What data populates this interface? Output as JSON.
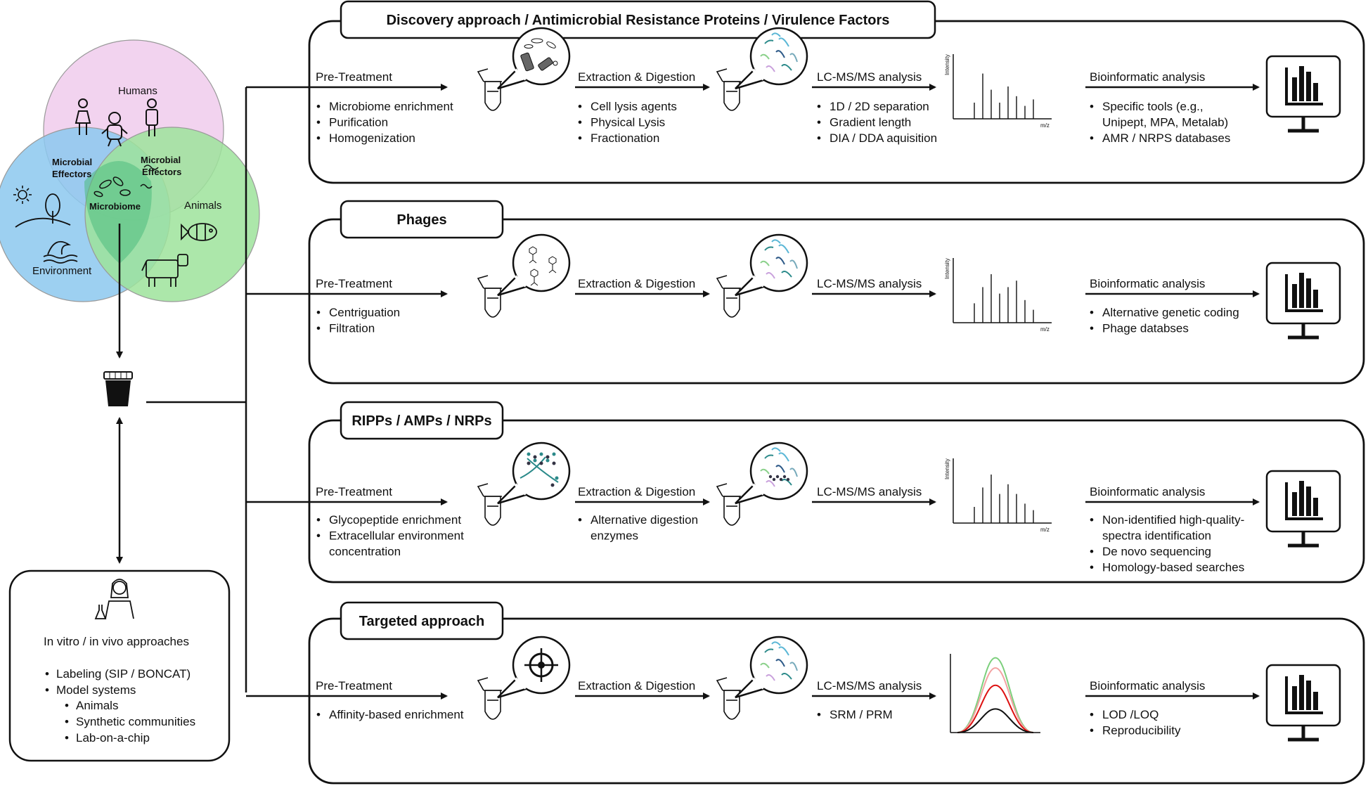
{
  "venn": {
    "humans": "Humans",
    "animals": "Animals",
    "environment": "Environment",
    "effectors_left": [
      "Microbial",
      "Effectors"
    ],
    "effectors_right": [
      "Microbial",
      "Effectors"
    ],
    "microbiome": "Microbiome",
    "colors": {
      "humans": "#f2d3ef",
      "environment": "#8cc8ee",
      "animals": "#9ee39b",
      "center": "#4dbb7e"
    }
  },
  "invitro": {
    "title": "In vitro / in vivo approaches",
    "items": [
      "Labeling (SIP / BONCAT)",
      "Model systems"
    ],
    "subitems": [
      "Animals",
      "Synthetic communities",
      "Lab-on-a-chip"
    ]
  },
  "panels": [
    {
      "title": "Discovery approach / Antimicrobial Resistance Proteins / Virulence Factors",
      "pretreatment": "Pre-Treatment",
      "extraction": "Extraction & Digestion",
      "lcms": "LC-MS/MS analysis",
      "bioinf": "Bioinformatic analysis",
      "pre_items": [
        "Microbiome enrichment",
        "Purification",
        "Homogenization"
      ],
      "ext_items": [
        "Cell lysis agents",
        "Physical Lysis",
        "Fractionation"
      ],
      "lcms_items": [
        "1D / 2D separation",
        "Gradient length",
        "DIA / DDA aquisition"
      ],
      "bio_items": [
        "Specific tools (e.g.,",
        "Unipept, MPA, Metalab)",
        "AMR / NRPS databases"
      ],
      "bio_bullets": [
        true,
        false,
        true
      ]
    },
    {
      "title": "Phages",
      "pretreatment": "Pre-Treatment",
      "extraction": "Extraction & Digestion",
      "lcms": "LC-MS/MS analysis",
      "bioinf": "Bioinformatic analysis",
      "pre_items": [
        "Centriguation",
        "Filtration"
      ],
      "ext_items": [],
      "lcms_items": [],
      "bio_items": [
        "Alternative genetic coding",
        "Phage databses"
      ],
      "bio_bullets": [
        true,
        true
      ]
    },
    {
      "title": "RIPPs / AMPs / NRPs",
      "pretreatment": "Pre-Treatment",
      "extraction": "Extraction & Digestion",
      "lcms": "LC-MS/MS analysis",
      "bioinf": "Bioinformatic analysis",
      "pre_items": [
        "Glycopeptide enrichment",
        "Extracellular environment",
        "concentration"
      ],
      "pre_bullets": [
        true,
        true,
        false
      ],
      "ext_items": [
        "Alternative digestion",
        "enzymes"
      ],
      "ext_bullets": [
        true,
        false
      ],
      "lcms_items": [],
      "bio_items": [
        "Non-identified high-quality-",
        "spectra identification",
        "De novo sequencing",
        "Homology-based searches"
      ],
      "bio_bullets": [
        true,
        false,
        true,
        true
      ]
    },
    {
      "title": "Targeted approach",
      "pretreatment": "Pre-Treatment",
      "extraction": "Extraction & Digestion",
      "lcms": "LC-MS/MS analysis",
      "bioinf": "Bioinformatic analysis",
      "pre_items": [
        "Affinity-based enrichment"
      ],
      "ext_items": [],
      "lcms_items": [
        "SRM / PRM"
      ],
      "bio_items": [
        "LOD /LOQ",
        "Reproducibility"
      ],
      "bio_bullets": [
        true,
        true
      ]
    }
  ],
  "spectrum_axes": {
    "y": "Intensity",
    "x": "m/z"
  },
  "icons": [
    "person-icon",
    "baby-icon",
    "sun-icon",
    "tree-icon",
    "wave-icon",
    "fish-icon",
    "cow-icon",
    "sample-cup-icon",
    "scientist-icon",
    "tube-icon",
    "bacteria-bubble-icon",
    "phage-bubble-icon",
    "glycan-bubble-icon",
    "target-icon",
    "peptides-bubble-icon",
    "spectrum-icon",
    "chromatogram-icon",
    "monitor-chart-icon"
  ]
}
